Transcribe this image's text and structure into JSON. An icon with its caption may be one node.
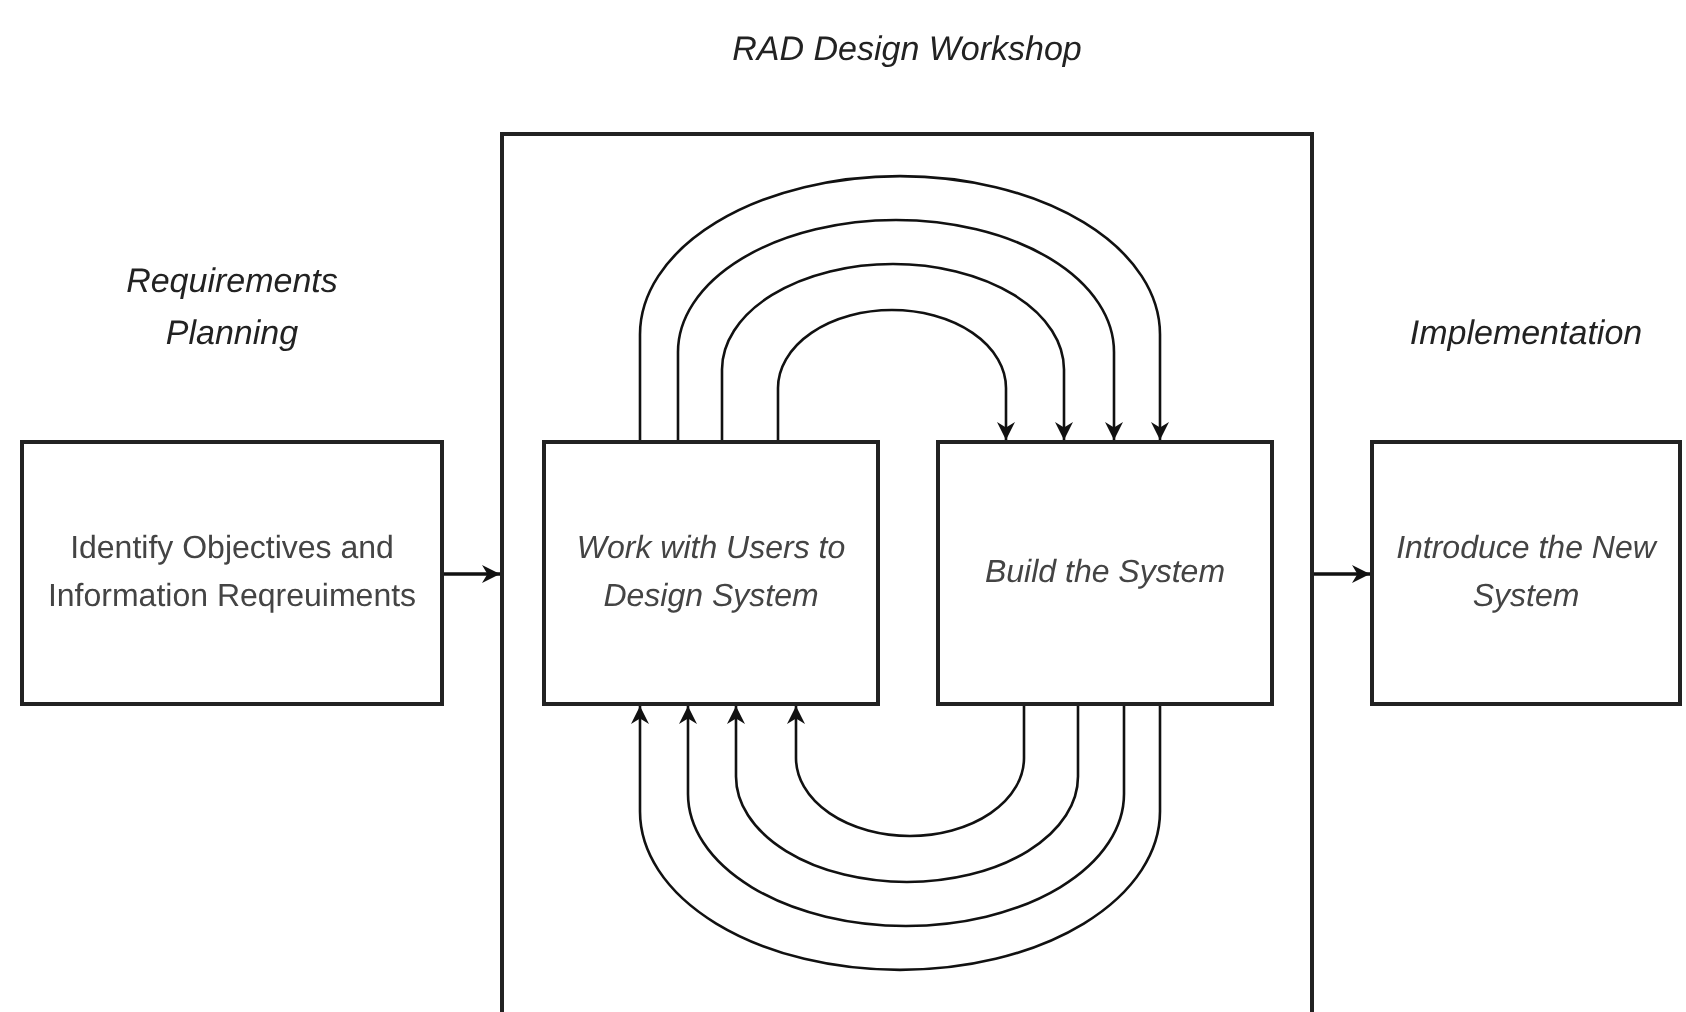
{
  "diagram": {
    "nodes": [
      {
        "text": [
          "Requirements Planning",
          "Identify Objectives and Information Reqreuiments"
        ]
      },
      {
        "text": [
          "RAD Design Workshop"
        ]
      },
      {
        "text": [
          "Work with Users to Design System"
        ],
        "in": 1
      },
      {
        "text": [
          "Build the System"
        ],
        "in": 1
      },
      {
        "text": [
          "Implementation",
          "Introduce the New System"
        ]
      }
    ],
    "edges": [
      {
        "from": 0,
        "to": 1,
        "arrow": "to"
      },
      {
        "from": 1,
        "to": 4,
        "arrow": "to"
      },
      {
        "from": 2,
        "to": 3,
        "arrow": "to"
      },
      {
        "from": 2,
        "to": 3,
        "arrow": "to"
      },
      {
        "from": 2,
        "to": 3,
        "arrow": "to"
      },
      {
        "from": 2,
        "to": 3,
        "arrow": "to"
      },
      {
        "from": 3,
        "to": 2,
        "arrow": "to"
      },
      {
        "from": 3,
        "to": 2,
        "arrow": "to"
      },
      {
        "from": 3,
        "to": 2,
        "arrow": "to"
      },
      {
        "from": 3,
        "to": 2,
        "arrow": "to"
      }
    ]
  }
}
